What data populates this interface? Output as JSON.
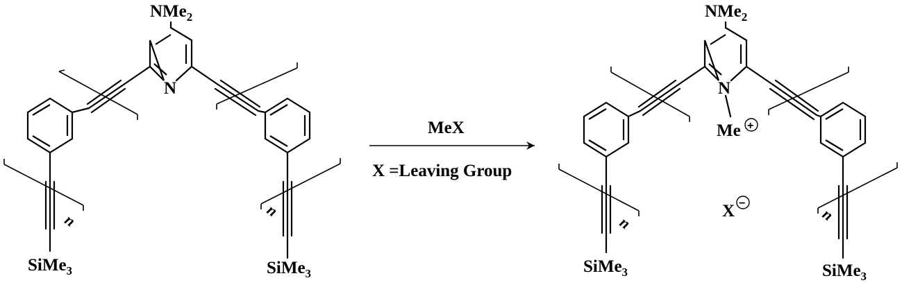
{
  "left_molecule": {
    "top_group": {
      "main": "NMe",
      "sub": "2"
    },
    "ring_n": "N",
    "repeat_index": "n",
    "end_group_left": {
      "main": "SiMe",
      "sub": "3"
    },
    "end_group_right": {
      "main": "SiMe",
      "sub": "3"
    }
  },
  "reaction": {
    "reagent": "MeX",
    "condition": "X =Leaving Group"
  },
  "right_molecule": {
    "top_group": {
      "main": "NMe",
      "sub": "2"
    },
    "ring_n": "N",
    "n_methyl": "Me",
    "charge_plus": "+",
    "counter_ion": "X",
    "charge_minus": "−",
    "repeat_index": "n",
    "end_group_left": {
      "main": "SiMe",
      "sub": "3"
    },
    "end_group_right": {
      "main": "SiMe",
      "sub": "3"
    }
  },
  "colors": {
    "ink": "#000000",
    "background": "#ffffff"
  }
}
